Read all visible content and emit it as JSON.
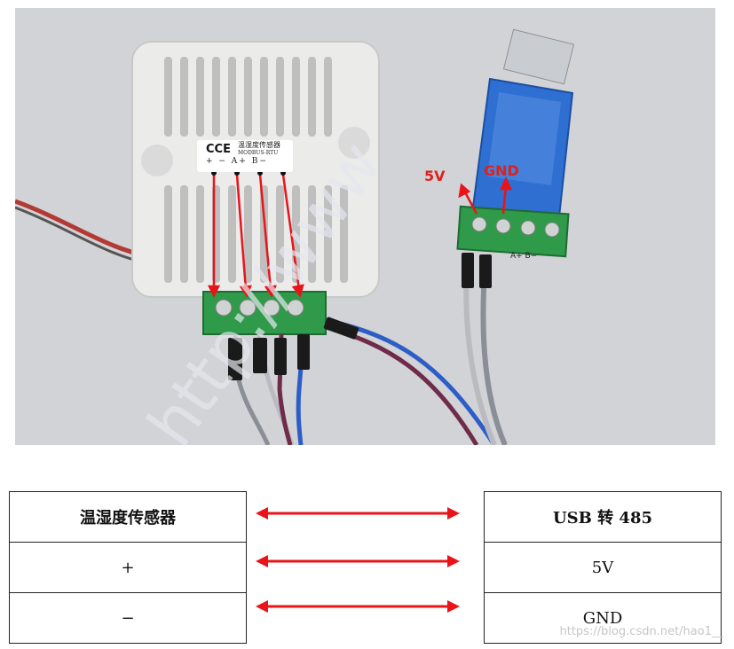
{
  "photo": {
    "sensor": {
      "brand": "CCE",
      "name": "温湿度传感器",
      "protocol": "MODBUS-RTU",
      "pins": "+  −  A+  B−"
    },
    "usb_adapter": {
      "label_5v": "5V",
      "label_gnd": "GND",
      "board_print": "A+  B−"
    }
  },
  "table_left": {
    "header": "温湿度传感器",
    "rows": [
      "+",
      "−"
    ]
  },
  "table_right": {
    "header": "USB 转 485",
    "rows": [
      "5V",
      "GND"
    ]
  },
  "colors": {
    "arrow": "#e8141a",
    "sensor_body": "#e9e9e9",
    "terminal": "#2f9a4a",
    "usb_blue": "#2f6fd1"
  },
  "watermark": "https://blog.csdn.net/hao1__"
}
